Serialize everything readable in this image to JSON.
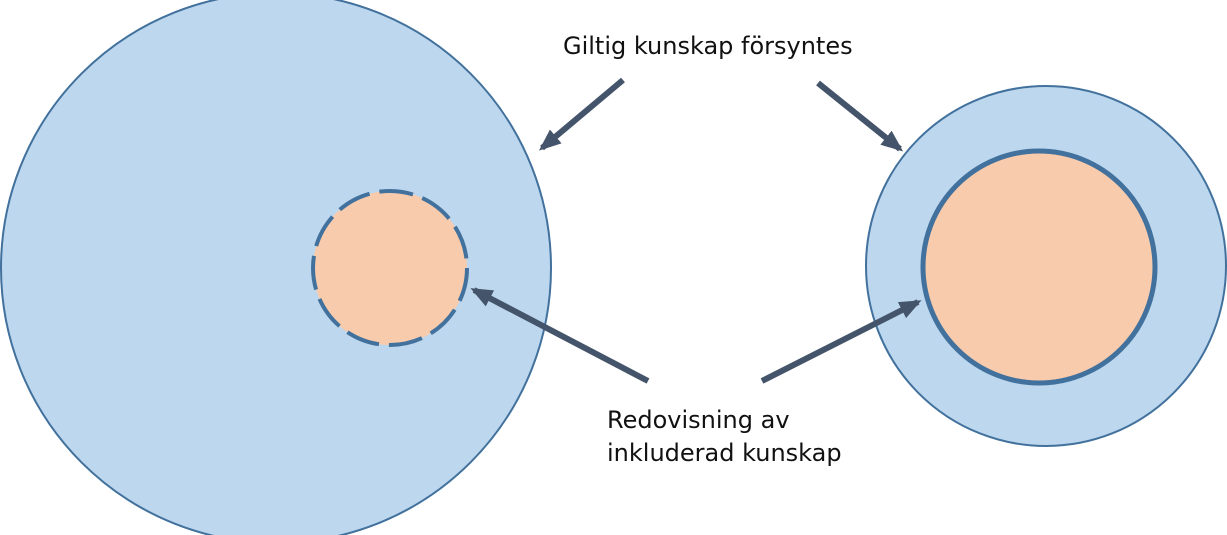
{
  "diagram": {
    "label_top": "Giltig kunskap försyntes",
    "label_bottom_line1": "Redovisning av",
    "label_bottom_line2": "inkluderad kunskap"
  },
  "colors": {
    "outer_fill": "#bdd7ee",
    "outer_stroke": "#41719c",
    "inner_fill": "#f8cbad",
    "inner_stroke": "#41719c",
    "arrow": "#44546a"
  }
}
